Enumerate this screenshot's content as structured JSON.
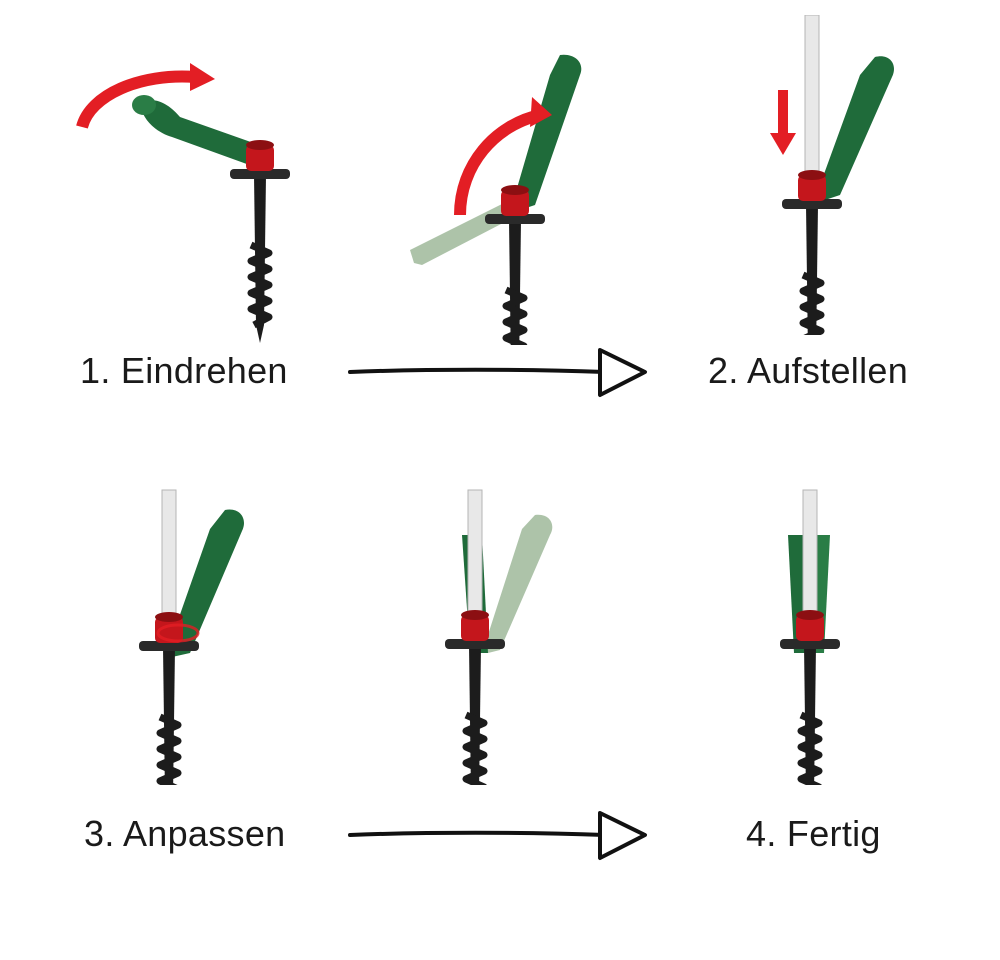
{
  "steps": [
    {
      "label": "1. Eindrehen"
    },
    {
      "label": "2. Aufstellen"
    },
    {
      "label": "3. Anpassen"
    },
    {
      "label": "4. Fertig"
    }
  ],
  "colors": {
    "handle_green": "#1f6b3a",
    "handle_green_light": "#9fb99a",
    "collar_red": "#c4161c",
    "arrow_red": "#e31e24",
    "screw_black": "#1c1c1c",
    "pole_white": "#e8e8e8",
    "flow_arrow": "#111111"
  },
  "icons": {
    "rotate": "curved-rotate-arrow-icon",
    "lower": "down-arrow-icon",
    "flow": "right-arrow-icon"
  }
}
